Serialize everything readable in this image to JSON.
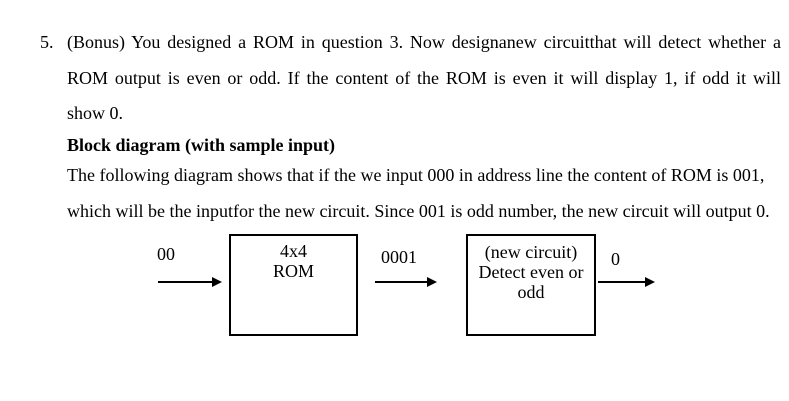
{
  "page": {
    "background_color": "#ffffff",
    "text_color": "#000000"
  },
  "question": {
    "number": "5.",
    "lines": [
      "(Bonus) You designed a ROM in question 3. Now designanew circuitthat will detect whether a",
      "ROM output is even or odd. If the content of the ROM is even it will display 1, if odd it will",
      "show 0."
    ]
  },
  "section": {
    "heading": "Block diagram (with sample input)",
    "paragraph_lines": [
      "The following diagram shows that if the we input 000 in address line the content of ROM is 001,",
      "which will be the inputfor the new circuit. Since 001 is odd number, the new circuit will output 0."
    ]
  },
  "diagram": {
    "input_label": "00",
    "rom_box_lines": [
      "4x4",
      "ROM"
    ],
    "rom_output_label": "0001",
    "circuit_box_lines": [
      "(new circuit)",
      "Detect even or",
      "odd"
    ],
    "output_label": "0"
  }
}
